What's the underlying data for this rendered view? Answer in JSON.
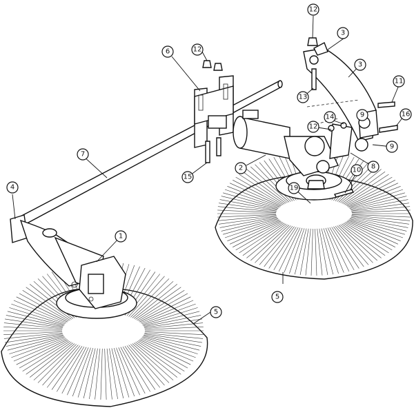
{
  "callouts": [
    {
      "id": "c1",
      "label": "1"
    },
    {
      "id": "c2",
      "label": "2"
    },
    {
      "id": "c3a",
      "label": "3"
    },
    {
      "id": "c3b",
      "label": "3"
    },
    {
      "id": "c4",
      "label": "4"
    },
    {
      "id": "c5a",
      "label": "5"
    },
    {
      "id": "c5b",
      "label": "5"
    },
    {
      "id": "c6",
      "label": "6"
    },
    {
      "id": "c7",
      "label": "7"
    },
    {
      "id": "c8",
      "label": "8"
    },
    {
      "id": "c9a",
      "label": "9"
    },
    {
      "id": "c9b",
      "label": "9"
    },
    {
      "id": "c10",
      "label": "10"
    },
    {
      "id": "c11",
      "label": "11"
    },
    {
      "id": "c12a",
      "label": "12"
    },
    {
      "id": "c12b",
      "label": "12"
    },
    {
      "id": "c12c",
      "label": "12"
    },
    {
      "id": "c13",
      "label": "13"
    },
    {
      "id": "c14",
      "label": "14"
    },
    {
      "id": "c15",
      "label": "15"
    },
    {
      "id": "c16",
      "label": "16"
    },
    {
      "id": "c19",
      "label": "19"
    }
  ]
}
